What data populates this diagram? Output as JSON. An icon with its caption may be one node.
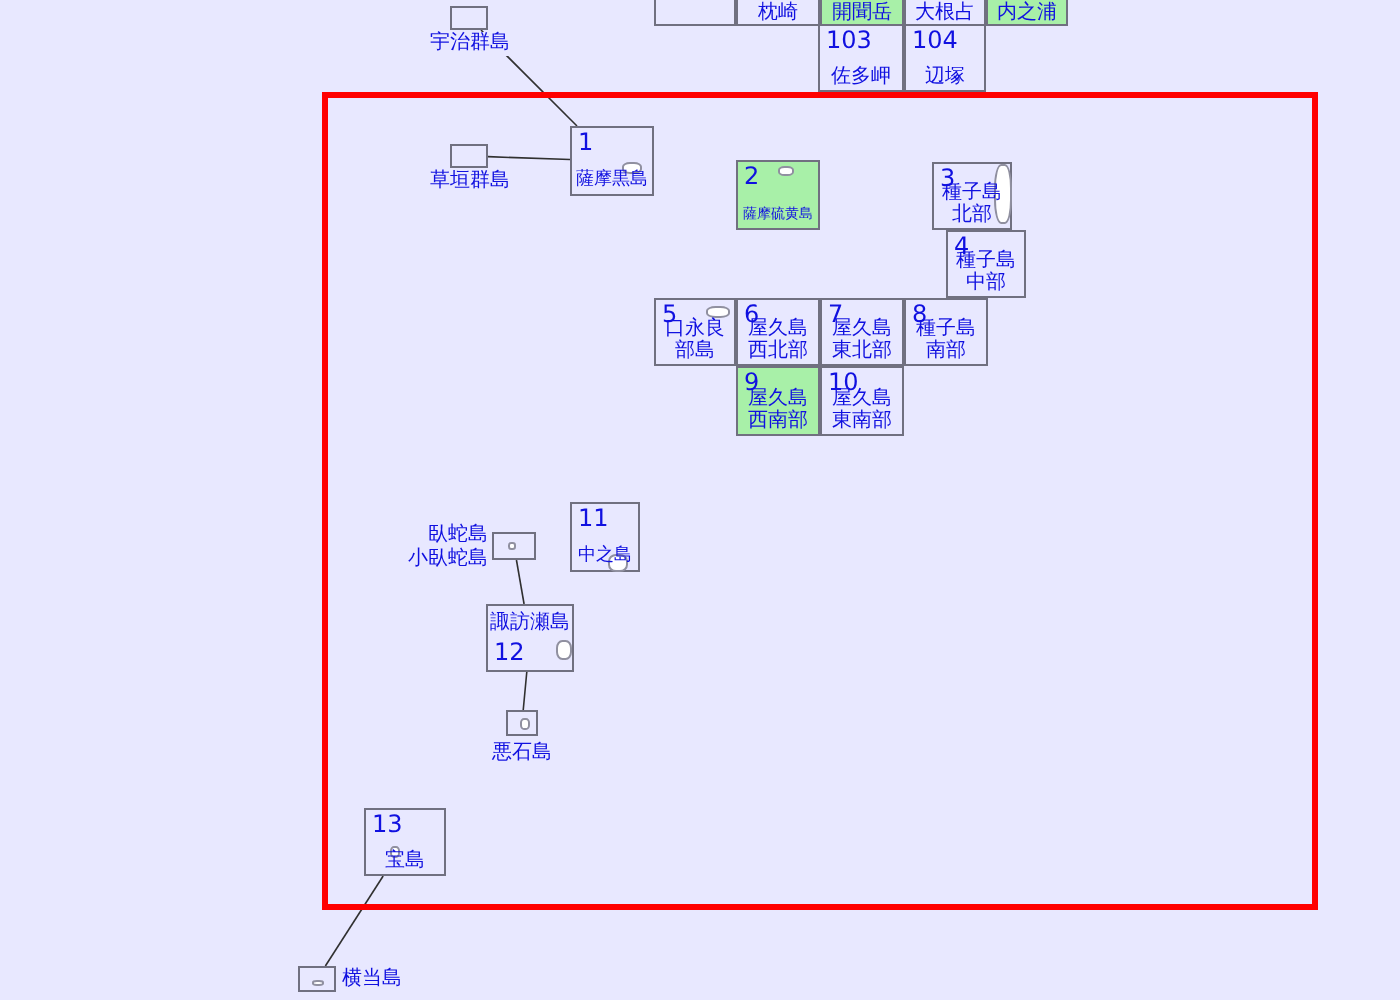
{
  "diagram": {
    "nodes": [
      {
        "text": [],
        "shape": "box"
      },
      {
        "text": [
          "枕崎"
        ]
      },
      {
        "text": [
          "開聞岳"
        ]
      },
      {
        "text": [
          "大根占"
        ]
      },
      {
        "text": [
          "内之浦"
        ]
      },
      {
        "text": [
          "宇治群島"
        ]
      },
      {
        "text": [
          "103",
          "佐多岬"
        ]
      },
      {
        "text": [
          "104",
          "辺塚"
        ]
      },
      {
        "text": [],
        "shape": "box"
      },
      {
        "text": [
          "1",
          "薩摩黒島"
        ],
        "in": 8
      },
      {
        "text": [
          "草垣群島"
        ],
        "in": 8
      },
      {
        "text": [
          "2",
          "薩摩硫黄島"
        ],
        "in": 8
      },
      {
        "text": [
          "3",
          "種子島北部"
        ],
        "in": 8
      },
      {
        "text": [
          "4",
          "種子島中部"
        ],
        "in": 8
      },
      {
        "text": [
          "5",
          "口永良部島"
        ],
        "in": 8
      },
      {
        "text": [
          "6",
          "屋久島西北部"
        ],
        "in": 8
      },
      {
        "text": [
          "7",
          "屋久島東北部"
        ],
        "in": 8
      },
      {
        "text": [
          "8",
          "種子島南部"
        ],
        "in": 8
      },
      {
        "text": [
          "9",
          "屋久島西南部"
        ],
        "in": 8
      },
      {
        "text": [
          "10",
          "屋久島東南部"
        ],
        "in": 8
      },
      {
        "text": [
          "臥蛇島",
          "小臥蛇島"
        ],
        "in": 8
      },
      {
        "text": [
          "11",
          "中之島"
        ],
        "in": 8
      },
      {
        "text": [
          "諏訪瀬島",
          "12"
        ],
        "in": 8
      },
      {
        "text": [
          "悪石島"
        ],
        "in": 8
      },
      {
        "text": [
          "13",
          "宝島"
        ],
        "in": 8
      },
      {
        "text": [
          "横当島"
        ]
      }
    ],
    "edges": [
      {
        "from": 5,
        "to": 9,
        "arrow": "none"
      },
      {
        "from": 10,
        "to": 9,
        "arrow": "none"
      },
      {
        "from": 20,
        "to": 22,
        "arrow": "none"
      },
      {
        "from": 23,
        "to": 22,
        "arrow": "none"
      },
      {
        "from": 25,
        "to": 24,
        "arrow": "none"
      }
    ]
  }
}
